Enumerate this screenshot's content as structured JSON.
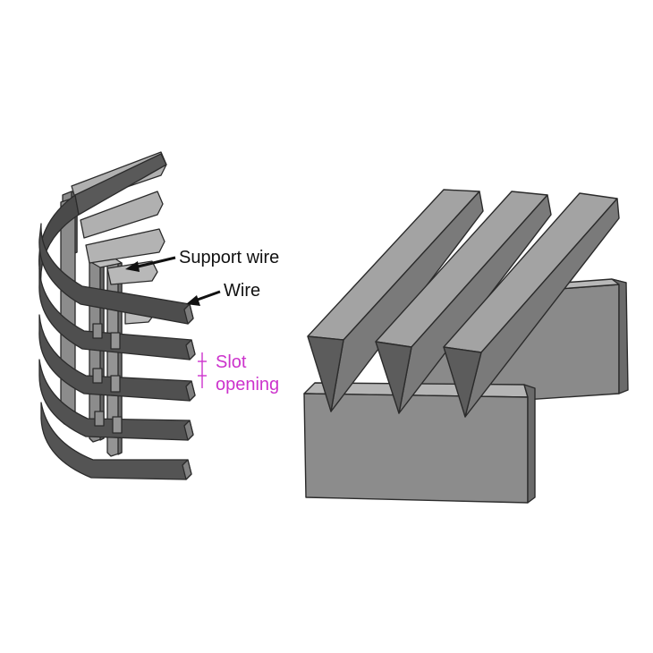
{
  "labels": {
    "support_wire": "Support wire",
    "wire": "Wire",
    "slot_line1": "Slot",
    "slot_line2": "opening"
  },
  "colors": {
    "wire_front": "#505050",
    "wire_side": "#7c7c7c",
    "wire_top": "#9a9a9a",
    "wire_light": "#b3b3b3",
    "support_front": "#8a8a8a",
    "support_side": "#6a6a6a",
    "support_top": "#b5b5b5",
    "edge": "#2b2b2b",
    "label_text": "#111111",
    "slot_accent": "#cc33cc"
  }
}
